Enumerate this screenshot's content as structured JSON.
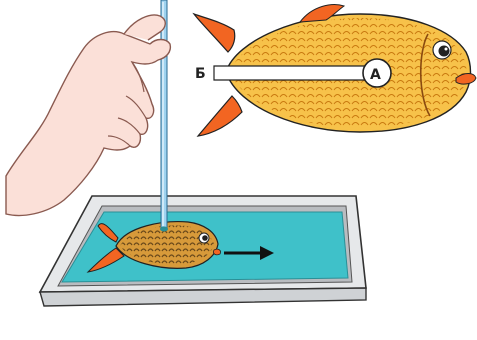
{
  "labels": {
    "point_a": "А",
    "point_b": "Б"
  },
  "arrow": {
    "direction": "right"
  },
  "colors": {
    "fish_body": "#f7c24a",
    "fish_fin": "#f26522",
    "fish_scale": "#c97a10",
    "water": "#3fc1c9",
    "tray_rim": "#e6e8ea",
    "tray_shadow": "#b9bcc0",
    "hand": "#fbe0d8",
    "hand_outline": "#8a5a50",
    "rod": "#9fd3f0",
    "outline": "#222222",
    "slot": "#ffffff"
  },
  "icons": {
    "fish_top": "fish-cutout-icon",
    "fish_tray": "fish-in-water-icon",
    "hand": "hand-icon",
    "rod": "glass-rod-icon",
    "tray": "tray-icon",
    "arrow": "arrow-right-icon"
  }
}
